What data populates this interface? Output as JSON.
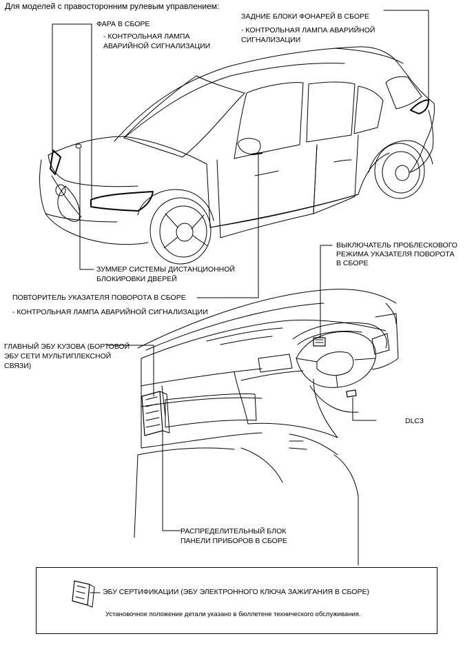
{
  "header": "Для моделей с правосторонним рулевым управлением:",
  "labels": {
    "headlamp": "ФАРА В СБОРЕ",
    "headlamp_sub1": "- КОНТРОЛЬНАЯ ЛАМПА",
    "headlamp_sub2": "АВАРИЙНОЙ СИГНАЛИЗАЦИИ",
    "rear_lamp": "ЗАДНИЕ БЛОКИ ФОНАРЕЙ В СБОРЕ",
    "rear_lamp_sub1": "- КОНТРОЛЬНАЯ ЛАМПА АВАРИЙНОЙ",
    "rear_lamp_sub2": "СИГНАЛИЗАЦИИ",
    "buzzer1": "ЗУММЕР СИСТЕМЫ ДИСТАНЦИОННОЙ",
    "buzzer2": "БЛОКИРОВКИ ДВЕРЕЙ",
    "side_turn": "ПОВТОРИТЕЛЬ УКАЗАТЕЛЯ ПОВОРОТА В СБОРЕ",
    "side_turn_sub": "- КОНТРОЛЬНАЯ ЛАМПА АВАРИЙНОЙ СИГНАЛИЗАЦИИ",
    "flasher1": "ВЫКЛЮЧАТЕЛЬ ПРОБЛЕСКОВОГО",
    "flasher2": "РЕЖИМА УКАЗАТЕЛЯ ПОВОРОТА",
    "flasher3": "В СБОРЕ",
    "main_ecu1": "ГЛАВНЫЙ ЭБУ КУЗОВА (БОРТОВОЙ",
    "main_ecu2": "ЭБУ СЕТИ МУЛЬТИПЛЕКСНОЙ",
    "main_ecu3": "СВЯЗИ)",
    "dlc3": "DLC3",
    "junction1": "РАСПРЕДЕЛИТЕЛЬНЫЙ БЛОК",
    "junction2": "ПАНЕЛИ ПРИБОРОВ В СБОРЕ"
  },
  "note": {
    "main": "ЭБУ СЕРТИФИКАЦИИ (ЭБУ ЭЛЕКТРОННОГО КЛЮЧА ЗАЖИГАНИЯ В СБОРЕ)",
    "sub": "Установочное положение детали указано в бюллетене технического обслуживания."
  }
}
